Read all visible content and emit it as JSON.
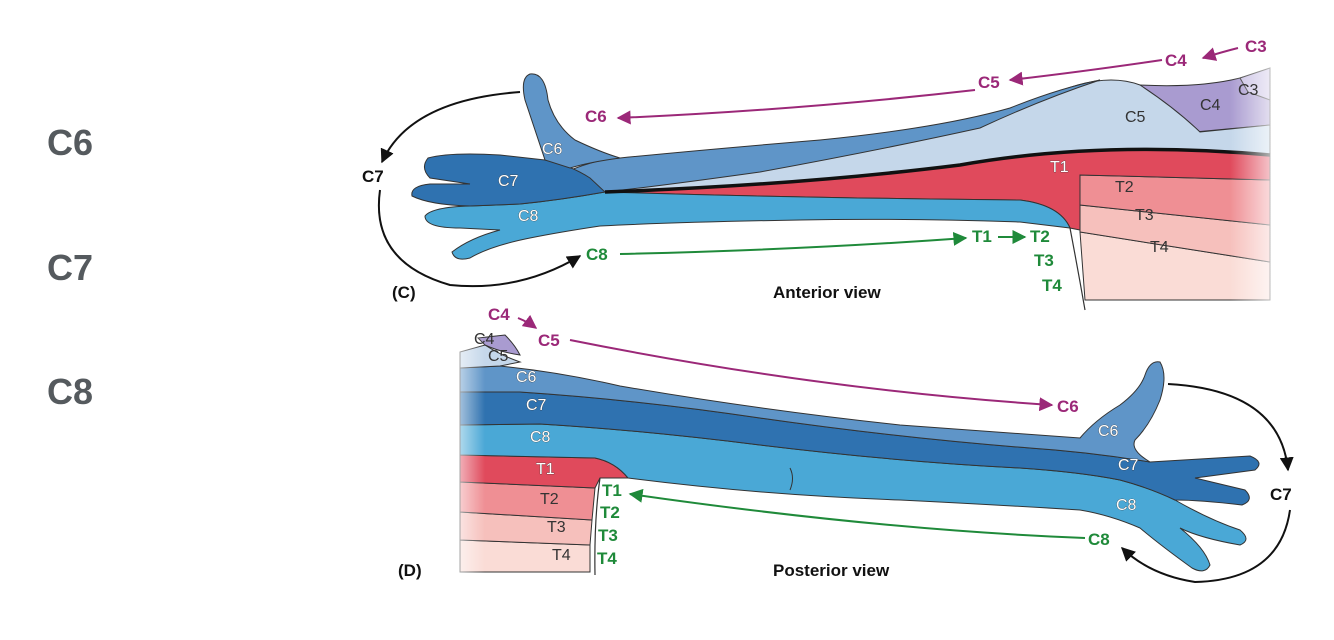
{
  "side_labels": [
    "C6",
    "C7",
    "C8"
  ],
  "anterior": {
    "panel": "(C)",
    "caption": "Anterior view",
    "regions": {
      "c3": "C3",
      "c4": "C4",
      "c5": "C5",
      "c6": "C6",
      "c7": "C7",
      "c8": "C8",
      "t1": "T1",
      "t2": "T2",
      "t3": "T3",
      "t4": "T4"
    },
    "arrows": {
      "c3": "C3",
      "c4": "C4",
      "c5": "C5",
      "c6": "C6",
      "c7": "C7",
      "c8": "C8",
      "t1": "T1",
      "t2": "T2",
      "t3": "T3",
      "t4": "T4"
    }
  },
  "posterior": {
    "panel": "(D)",
    "caption": "Posterior view",
    "regions": {
      "c4": "C4",
      "c5": "C5",
      "c6": "C6",
      "c7": "C7",
      "c8": "C8",
      "t1": "T1",
      "t2": "T2",
      "t3": "T3",
      "t4": "T4"
    },
    "arrows": {
      "c4": "C4",
      "c5": "C5",
      "c6": "C6",
      "c7": "C7",
      "c8": "C8",
      "t1": "T1",
      "t2": "T2",
      "t3": "T3",
      "t4": "T4"
    }
  },
  "colors": {
    "c3_c4": "#a99bd0",
    "c5": "#c5d7ea",
    "c6": "#5f95c8",
    "c7": "#2f72b0",
    "c8": "#4aa8d6",
    "t1": "#e04a5c",
    "t2": "#ef8f94",
    "t3": "#f6c0bc",
    "t4": "#fadcd6",
    "magenta_arrow": "#9b2878",
    "green_arrow": "#1f8a3a"
  }
}
